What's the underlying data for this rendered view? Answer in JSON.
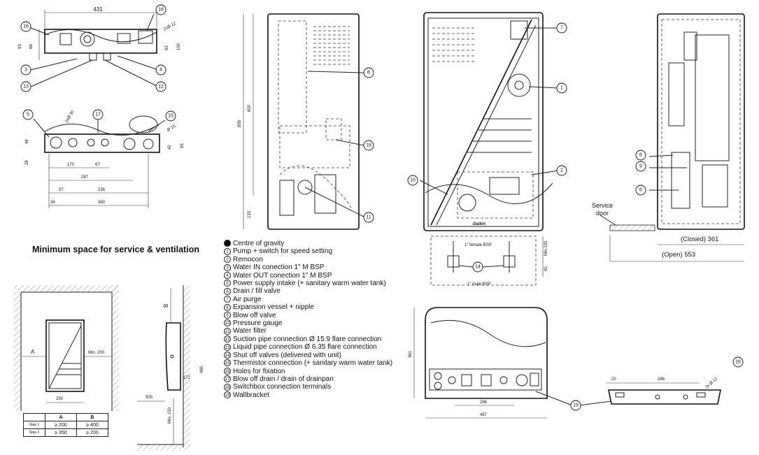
{
  "title": "Minimum space for service & ventilation",
  "legend": [
    {
      "num": "",
      "text": "Centre of gravity"
    },
    {
      "num": "1",
      "text": "Pump + switch for speed setting"
    },
    {
      "num": "2",
      "text": "Remocon"
    },
    {
      "num": "3",
      "text": "Water IN conection 1\" M BSP"
    },
    {
      "num": "4",
      "text": "Water OUT conection 1\" M BSP"
    },
    {
      "num": "5",
      "text": "Power supply intake (+ sanitary warm water tank)"
    },
    {
      "num": "6",
      "text": "Drain / fill valve"
    },
    {
      "num": "7",
      "text": "Air purge"
    },
    {
      "num": "8",
      "text": "Expansion vessel + nipple"
    },
    {
      "num": "9",
      "text": "Blow off valve"
    },
    {
      "num": "10",
      "text": "Pressure gauge"
    },
    {
      "num": "11",
      "text": "Water filter"
    },
    {
      "num": "12",
      "text": "Suction pipe connection Ø 15.9 flare connection"
    },
    {
      "num": "13",
      "text": "Liquid pipe connection Ø 6.35 flare connection"
    },
    {
      "num": "14",
      "text": "Shut off valves (delivered with unit)"
    },
    {
      "num": "15",
      "text": "Thermistor connection (+ sanitary warm water tank)"
    },
    {
      "num": "16",
      "text": "Holes for fixation"
    },
    {
      "num": "17",
      "text": "Blow off drain / drain of drainpan"
    },
    {
      "num": "18",
      "text": "Switchbox connection terminals"
    },
    {
      "num": "19",
      "text": "Wallbracket"
    }
  ],
  "dims": {
    "top_431": "431",
    "top_93a": "93",
    "top_66": "66",
    "top_93b": "93",
    "top_100": "100",
    "top_2x12": "2xØ 12",
    "mid_2x30": "2xØ 30",
    "mid_d16": "Ø 16",
    "mid_46": "46",
    "mid_28": "28",
    "mid_42": "42",
    "mid_65": "65",
    "mid_170": "170",
    "mid_67": "67",
    "mid_287": "287",
    "mid_97": "97",
    "mid_236": "236",
    "mid_36": "36",
    "mid_360": "360",
    "front_895": "895",
    "front_600": "600",
    "front_133": "133",
    "pipe_female": "1\" female BSP",
    "pipe_male": "1\" male BSP",
    "pipe_min100": "Min.100",
    "pipe_80": "80",
    "service_door": "Service\ndoor",
    "closed": "(Closed) 361",
    "open": "(Open) 553",
    "bot_361": "361",
    "bot_286": "286",
    "bot_487": "487",
    "br_20": "20",
    "br_286": "286",
    "br_2x12": "2x Ø 12",
    "sp_A": "A",
    "sp_min200": "Min. 200",
    "sp_250": "250",
    "sp_B": "B",
    "sp_172": "172",
    "sp_480": "480",
    "sp_500": "500",
    "sp_min150": "Min. 150",
    "brand": "Daikin"
  },
  "space_table": {
    "headers": [
      "",
      "A",
      "B"
    ],
    "rows": [
      [
        "Step 1",
        "≥ 200",
        "≥ 400"
      ],
      [
        "Step 2",
        "≥ 350",
        "≥ 200"
      ]
    ]
  },
  "callouts": {
    "c16a": "16",
    "c16b": "16",
    "c3": "3",
    "c13": "13",
    "c4": "4",
    "c12": "12",
    "c5": "5",
    "c17": "17",
    "c15": "15",
    "c8": "8",
    "c18": "18",
    "c11": "11",
    "c7": "7",
    "c1": "1",
    "c2": "2",
    "c10": "10",
    "c14": "14",
    "c6a": "6",
    "c9": "9",
    "c6b": "6",
    "c19": "19",
    "c16c": "16"
  }
}
